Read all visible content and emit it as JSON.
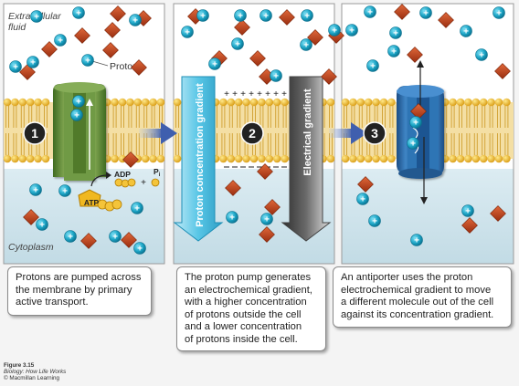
{
  "labels": {
    "extracellular": "Extracellular",
    "fluid": "fluid",
    "cytoplasm": "Cytoplasm",
    "proton": "Proton",
    "adp": "ADP",
    "pi": "P",
    "pi_sub": "i",
    "plus": "+",
    "atp": "ATP",
    "proton_gradient": "Proton concentration gradient",
    "electrical_gradient": "Electrical gradient"
  },
  "steps": [
    "1",
    "2",
    "3"
  ],
  "captions": {
    "panel1": [
      "Protons are pumped across",
      "the membrane by primary",
      "active transport."
    ],
    "panel2": [
      "The proton pump generates",
      "an electrochemical gradient,",
      "with a higher concentration",
      "of protons outside the cell",
      "and a lower concentration",
      "of protons inside the cell."
    ],
    "panel3": [
      "An antiporter uses the proton",
      "electrochemical gradient to move",
      "a different molecule out of the cell",
      "against its concentration gradient."
    ]
  },
  "figure": {
    "number": "Figure 3.15",
    "book": "Biology: How Life Works",
    "publisher": "© Macmillan Learning"
  },
  "colors": {
    "extracellular": "#ffffff",
    "cytoplasm": "#cfe3ea",
    "membrane_head": "#f1c230",
    "membrane_tail": "#e9c56a",
    "proton": "#1aa3c4",
    "molecule": "#c4441c",
    "pump": "#5f8a3a",
    "antiporter": "#2a67a8",
    "gradient_arrow": "#3fb2d6",
    "electrical_arrow": "#5a5a5a"
  }
}
